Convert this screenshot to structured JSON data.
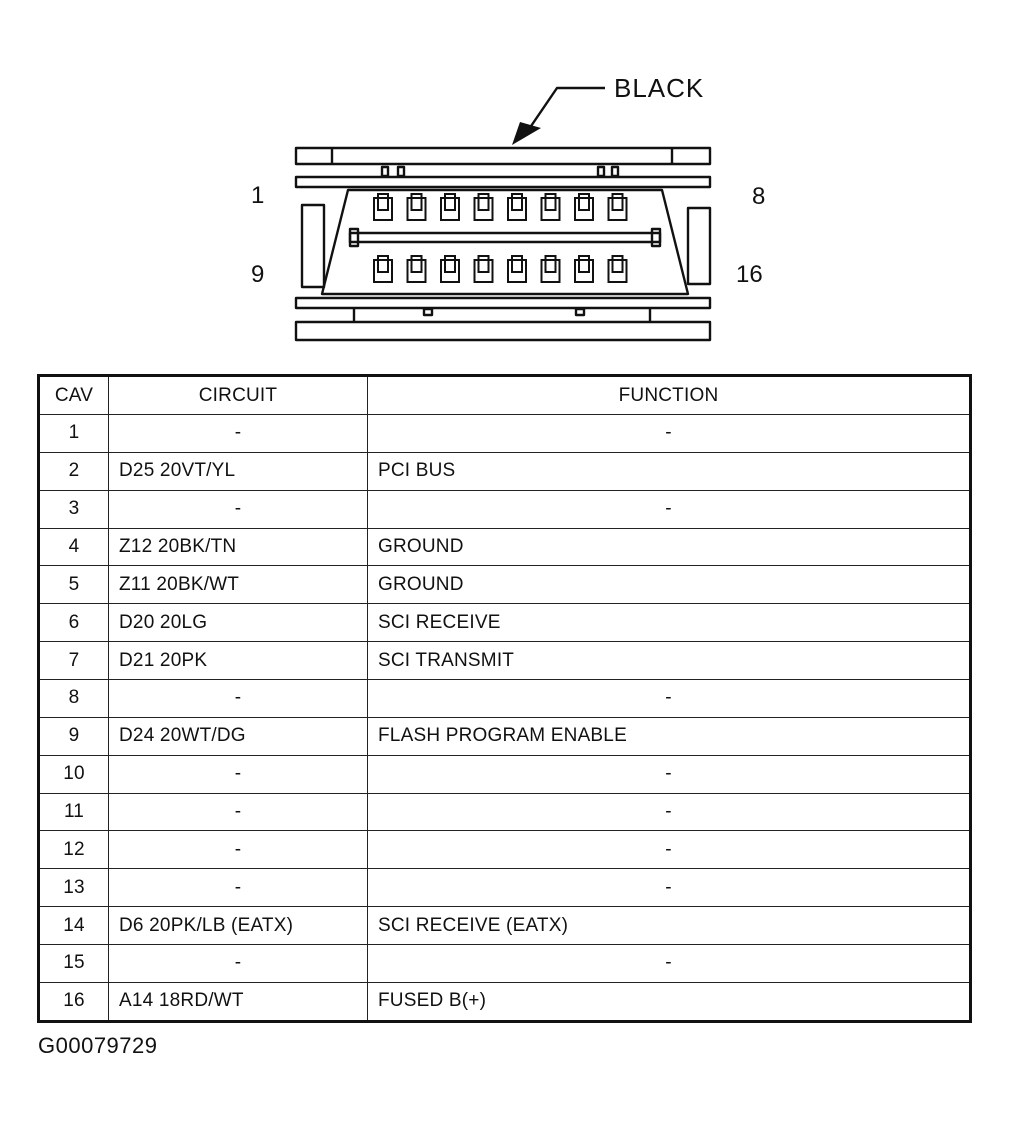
{
  "connector": {
    "color_label": "BLACK",
    "pin_labels": {
      "top_left": "1",
      "top_right": "8",
      "bottom_left": "9",
      "bottom_right": "16"
    }
  },
  "table": {
    "headers": {
      "cav": "CAV",
      "circuit": "CIRCUIT",
      "function": "FUNCTION"
    },
    "rows": [
      {
        "cav": "1",
        "circuit": "-",
        "function": "-"
      },
      {
        "cav": "2",
        "circuit": "D25 20VT/YL",
        "function": "PCI BUS"
      },
      {
        "cav": "3",
        "circuit": "-",
        "function": "-"
      },
      {
        "cav": "4",
        "circuit": "Z12 20BK/TN",
        "function": "GROUND"
      },
      {
        "cav": "5",
        "circuit": "Z11 20BK/WT",
        "function": "GROUND"
      },
      {
        "cav": "6",
        "circuit": "D20 20LG",
        "function": "SCI RECEIVE"
      },
      {
        "cav": "7",
        "circuit": "D21 20PK",
        "function": "SCI TRANSMIT"
      },
      {
        "cav": "8",
        "circuit": "-",
        "function": "-"
      },
      {
        "cav": "9",
        "circuit": "D24 20WT/DG",
        "function": "FLASH PROGRAM ENABLE"
      },
      {
        "cav": "10",
        "circuit": "-",
        "function": "-"
      },
      {
        "cav": "11",
        "circuit": "-",
        "function": "-"
      },
      {
        "cav": "12",
        "circuit": "-",
        "function": "-"
      },
      {
        "cav": "13",
        "circuit": "-",
        "function": "-"
      },
      {
        "cav": "14",
        "circuit": "D6 20PK/LB (EATX)",
        "function": "SCI RECEIVE (EATX)"
      },
      {
        "cav": "15",
        "circuit": "-",
        "function": "-"
      },
      {
        "cav": "16",
        "circuit": "A14 18RD/WT",
        "function": "FUSED B(+)"
      }
    ]
  },
  "figure_id": "G00079729"
}
